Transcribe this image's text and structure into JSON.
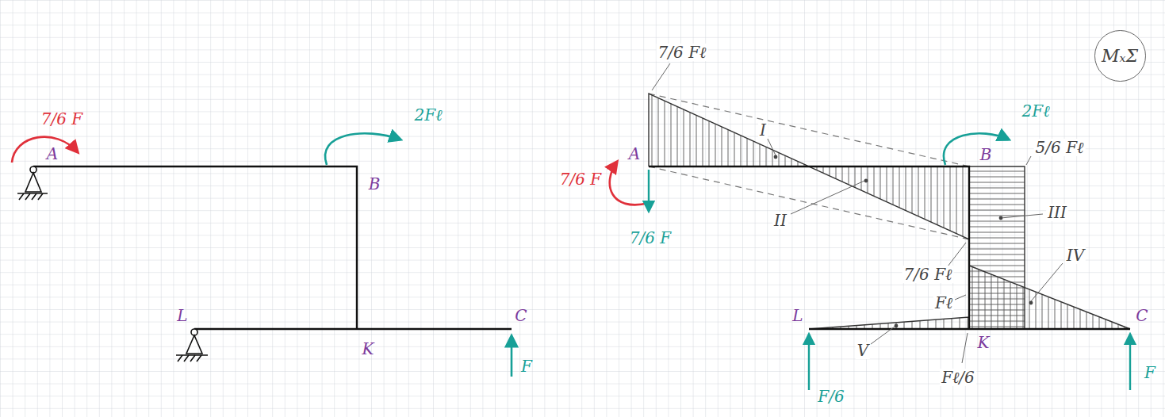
{
  "diagram": {
    "nodes": [
      {
        "text": [
          "MₓΣ"
        ]
      }
    ],
    "labels": [
      "7/6 F",
      "A",
      "2Fℓ",
      "B",
      "L",
      "K",
      "C",
      "F",
      "7/6 Fℓ",
      "I",
      "7/6 F",
      "A",
      "7/6 F",
      "II",
      "2Fℓ",
      "B",
      "5/6 Fℓ",
      "III",
      "7/6 Fℓ",
      "Fℓ",
      "IV",
      "L",
      "C",
      "V",
      "K",
      "F/6",
      "Fℓ/6",
      "F"
    ]
  }
}
